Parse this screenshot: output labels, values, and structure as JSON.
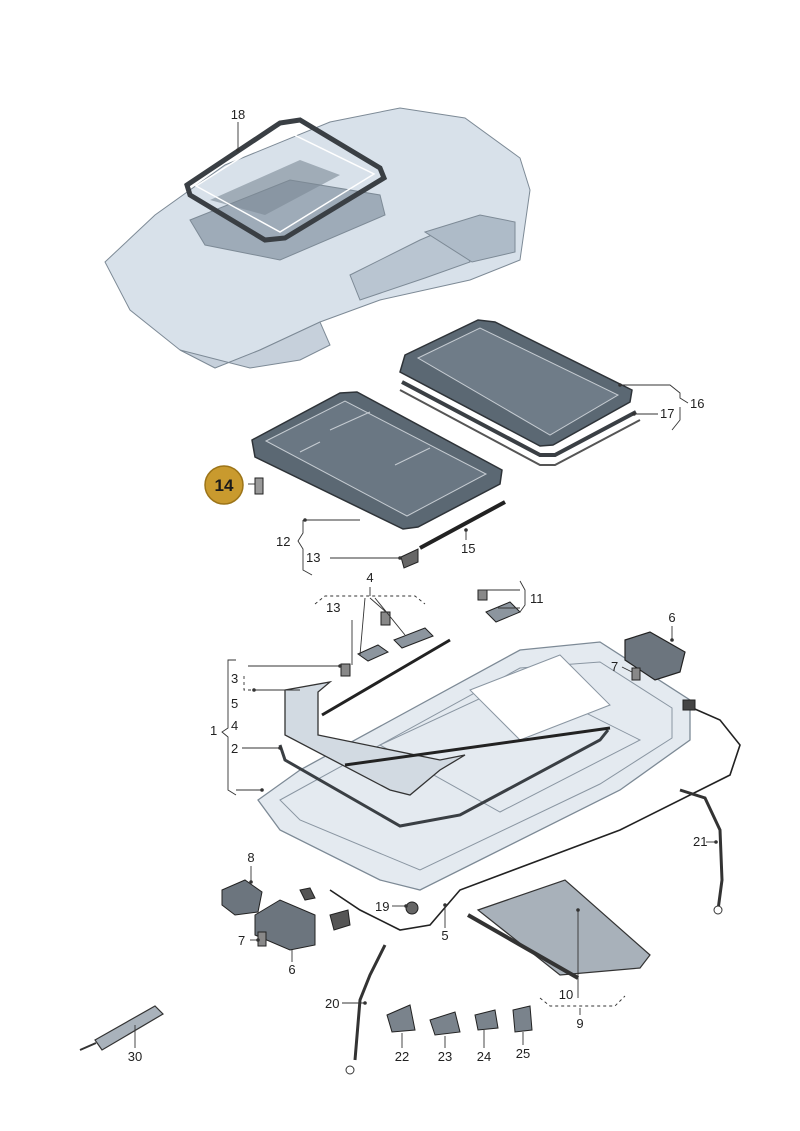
{
  "labels": {
    "p1": "1",
    "p2": "2",
    "p3": "3",
    "p4a": "4",
    "p4b": "4",
    "p5a": "5",
    "p5b": "5",
    "p6a": "6",
    "p6b": "6",
    "p7a": "7",
    "p7b": "7",
    "p8": "8",
    "p9": "9",
    "p10": "10",
    "p11": "11",
    "p12": "12",
    "p13a": "13",
    "p13b": "13",
    "p14": "14",
    "p15": "15",
    "p16": "16",
    "p17": "17",
    "p18": "18",
    "p19": "19",
    "p20": "20",
    "p21": "21",
    "p22": "22",
    "p23": "23",
    "p24": "24",
    "p25": "25",
    "p30": "30"
  },
  "colors": {
    "highlight_fill": "#c99a2e",
    "highlight_stroke": "#9c7418",
    "glass": "#5b6873",
    "car_body": "#d8e1ea"
  }
}
